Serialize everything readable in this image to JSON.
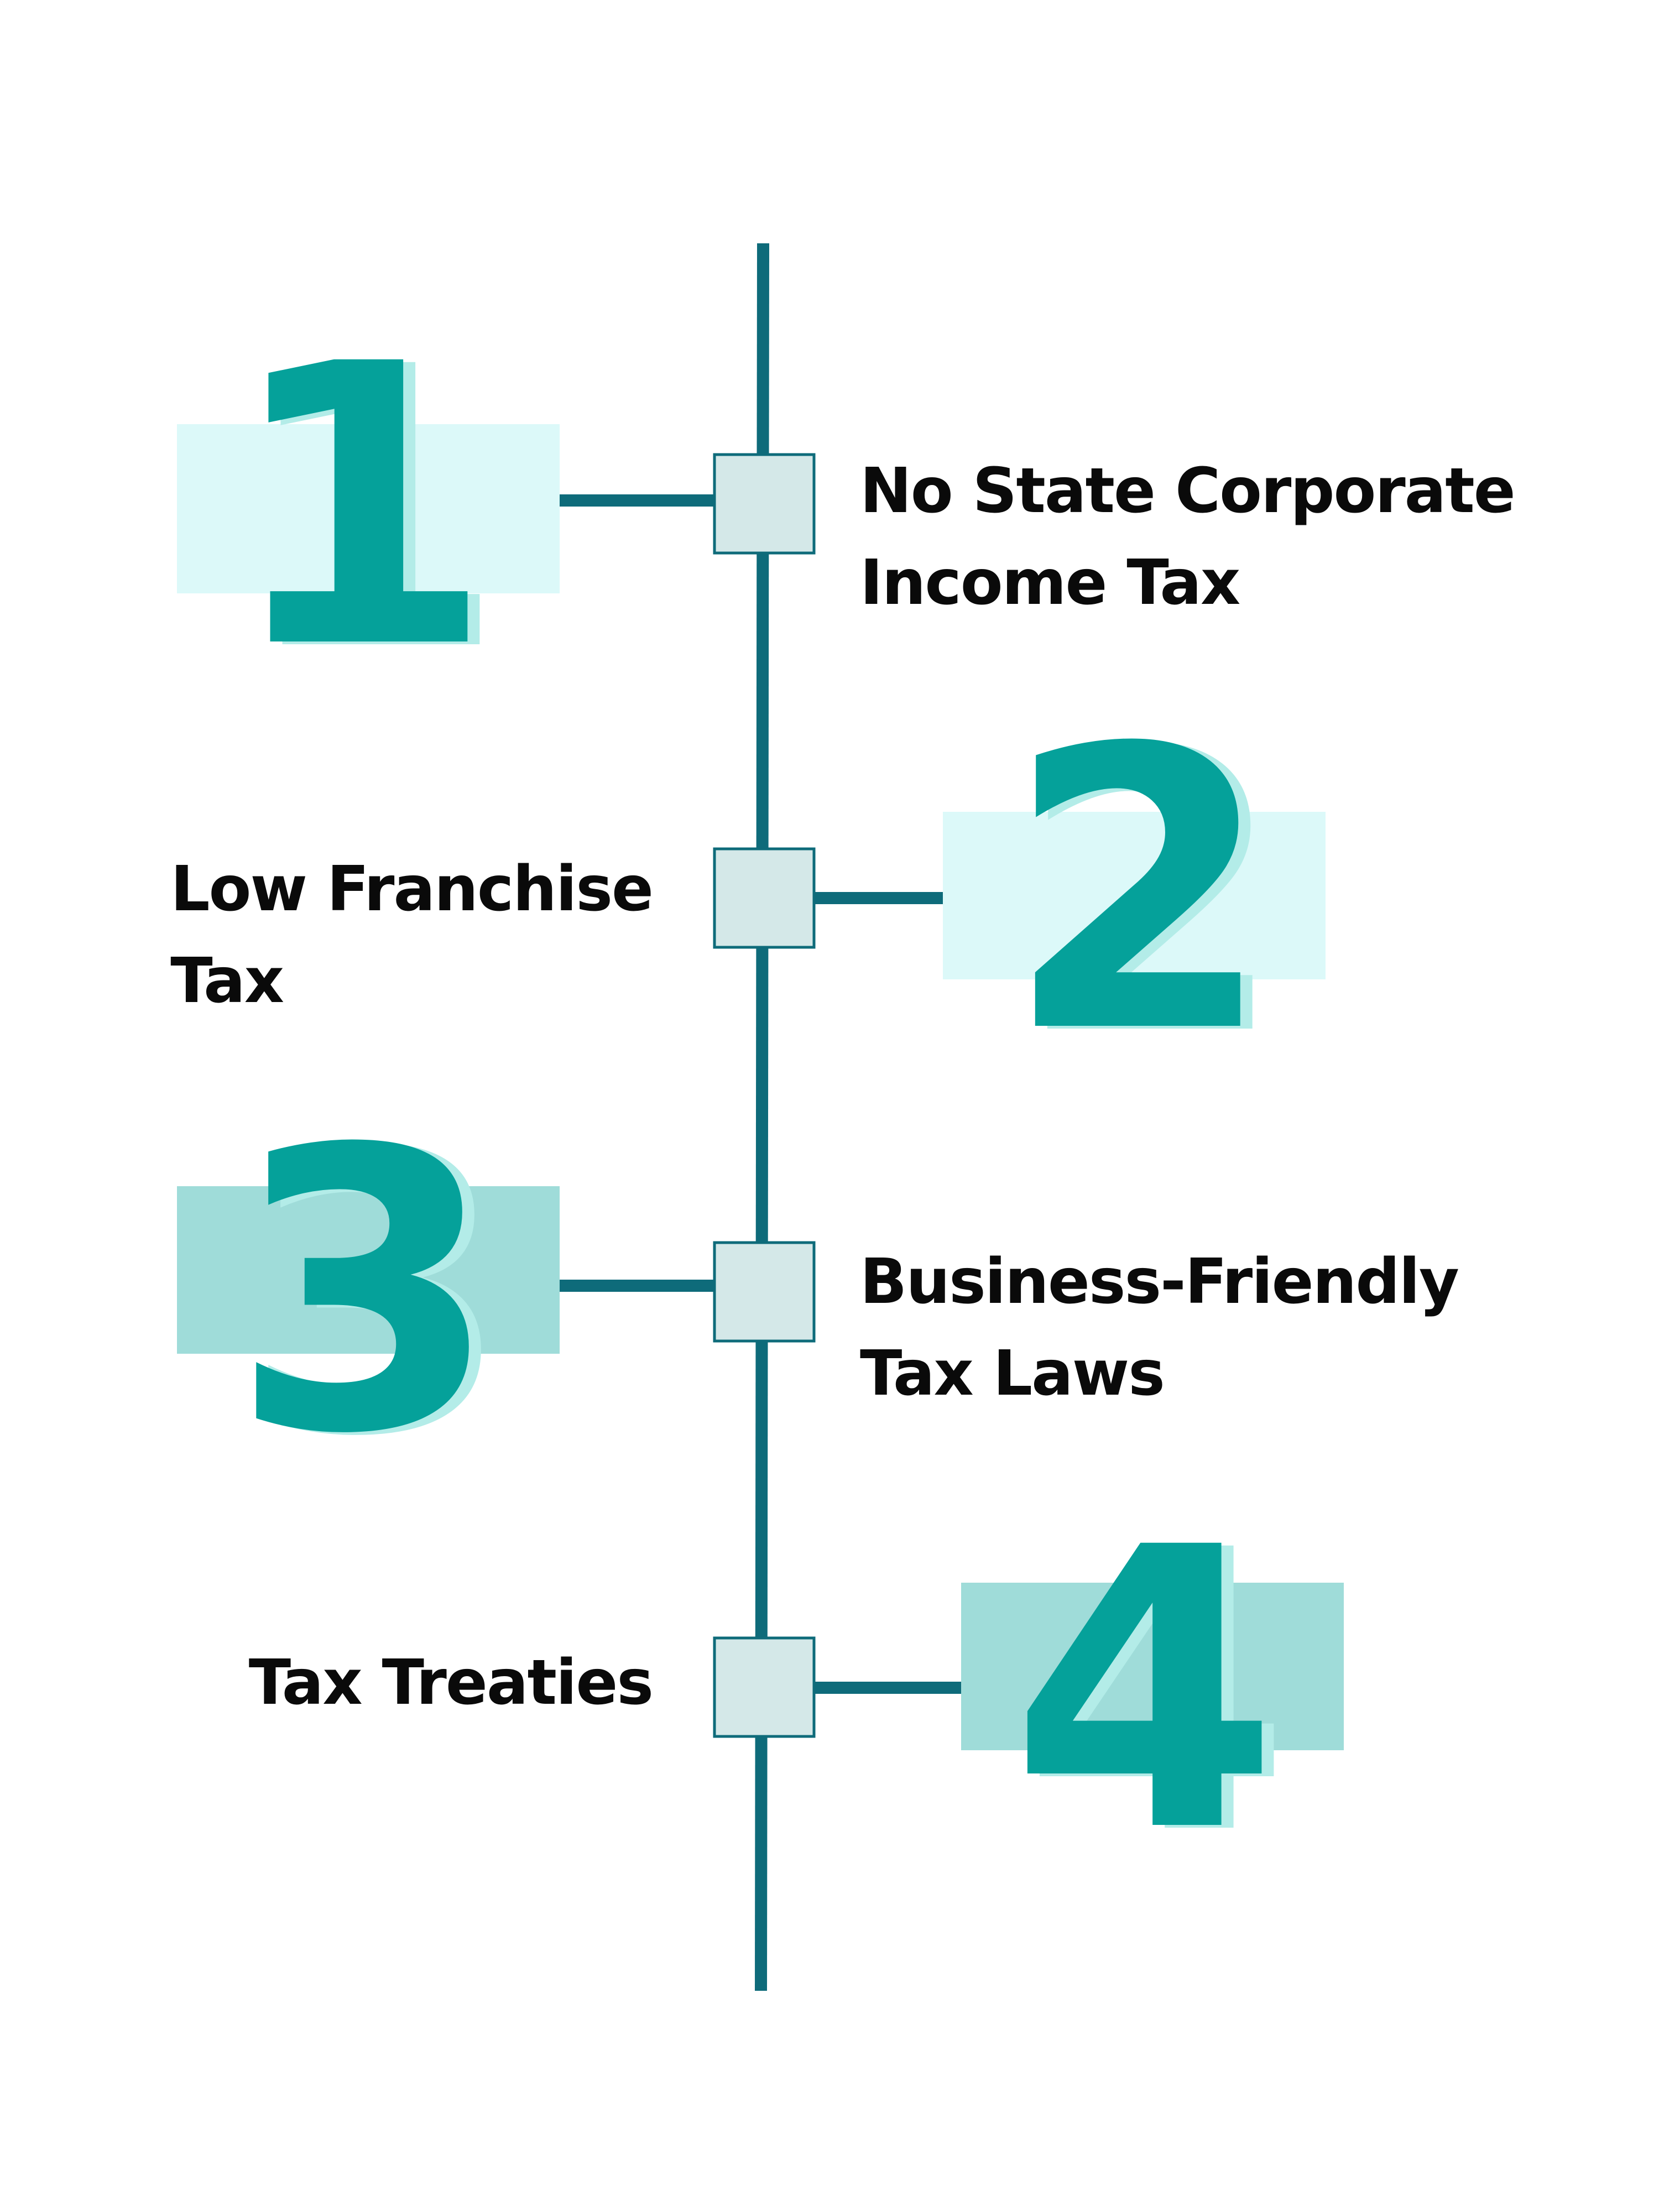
{
  "colors": {
    "spine": "#0e6b7a",
    "connector": "#0e6b7a",
    "node_fill": "#d4e8e8",
    "node_border": "#0e6b7a",
    "number_fill": "#05a19a",
    "number_shadow_light": "#b3ece8",
    "backdrop_light": "#dcf9f9",
    "backdrop_medium": "#9fdcd9",
    "text": "#0a0a0a"
  },
  "steps": [
    {
      "number": "1",
      "label_lines": [
        "No State Corporate",
        "Income Tax"
      ],
      "side": "right",
      "backdrop": "light"
    },
    {
      "number": "2",
      "label_lines": [
        "Low Franchise",
        "Tax"
      ],
      "side": "left",
      "backdrop": "light"
    },
    {
      "number": "3",
      "label_lines": [
        "Business-Friendly",
        "Tax Laws"
      ],
      "side": "right",
      "backdrop": "medium"
    },
    {
      "number": "4",
      "label_lines": [
        "Tax Treaties"
      ],
      "side": "left",
      "backdrop": "medium"
    }
  ]
}
